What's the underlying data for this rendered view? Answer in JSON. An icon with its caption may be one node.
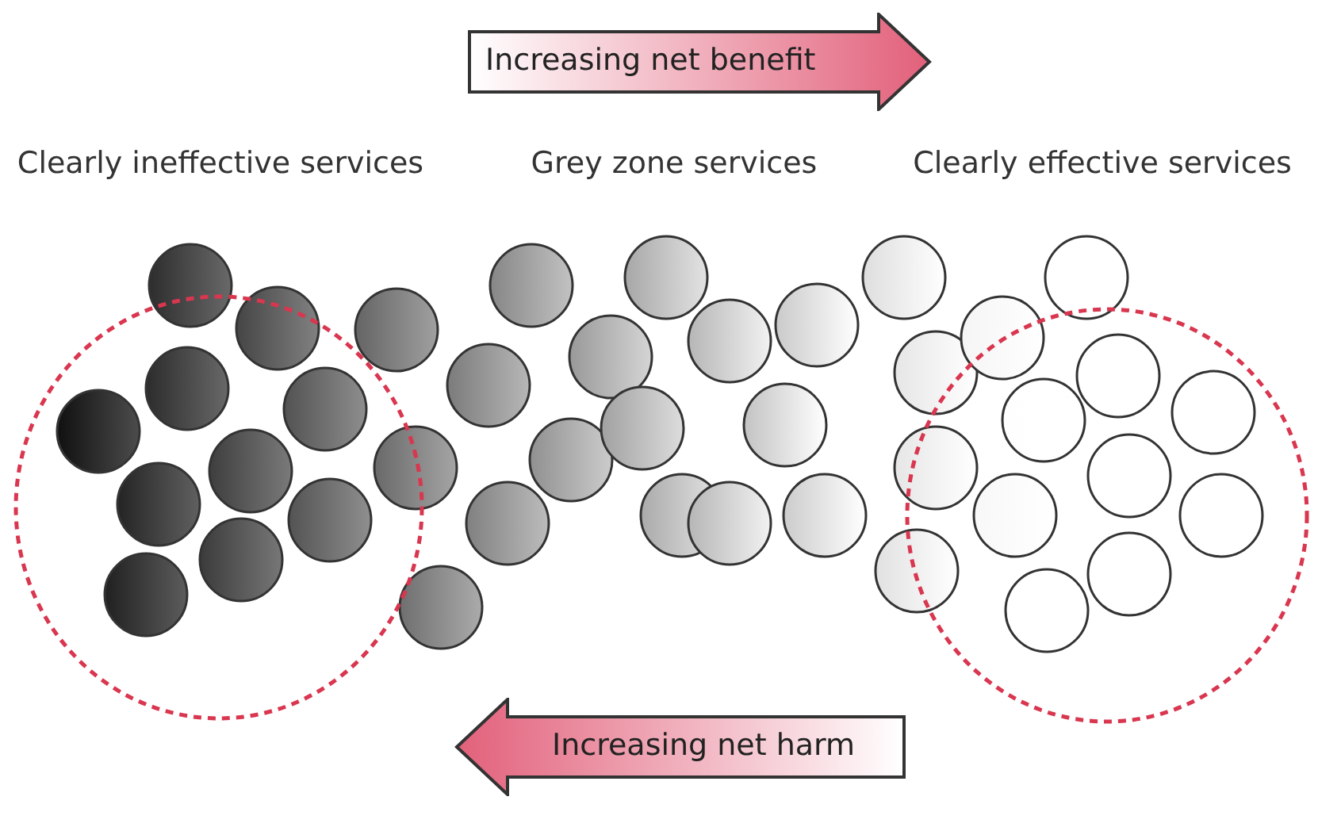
{
  "diagram": {
    "nodes": [
      {
        "text": [
          "Increasing net benefit"
        ]
      },
      {
        "text": [],
        "shape": "ellipse"
      },
      {
        "text": [],
        "shape": "ellipse"
      },
      {
        "text": [
          "Increasing net harm"
        ]
      }
    ],
    "edges": [],
    "labels": [
      "Clearly ineffective services",
      "Grey zone services",
      "Clearly effective services"
    ]
  }
}
